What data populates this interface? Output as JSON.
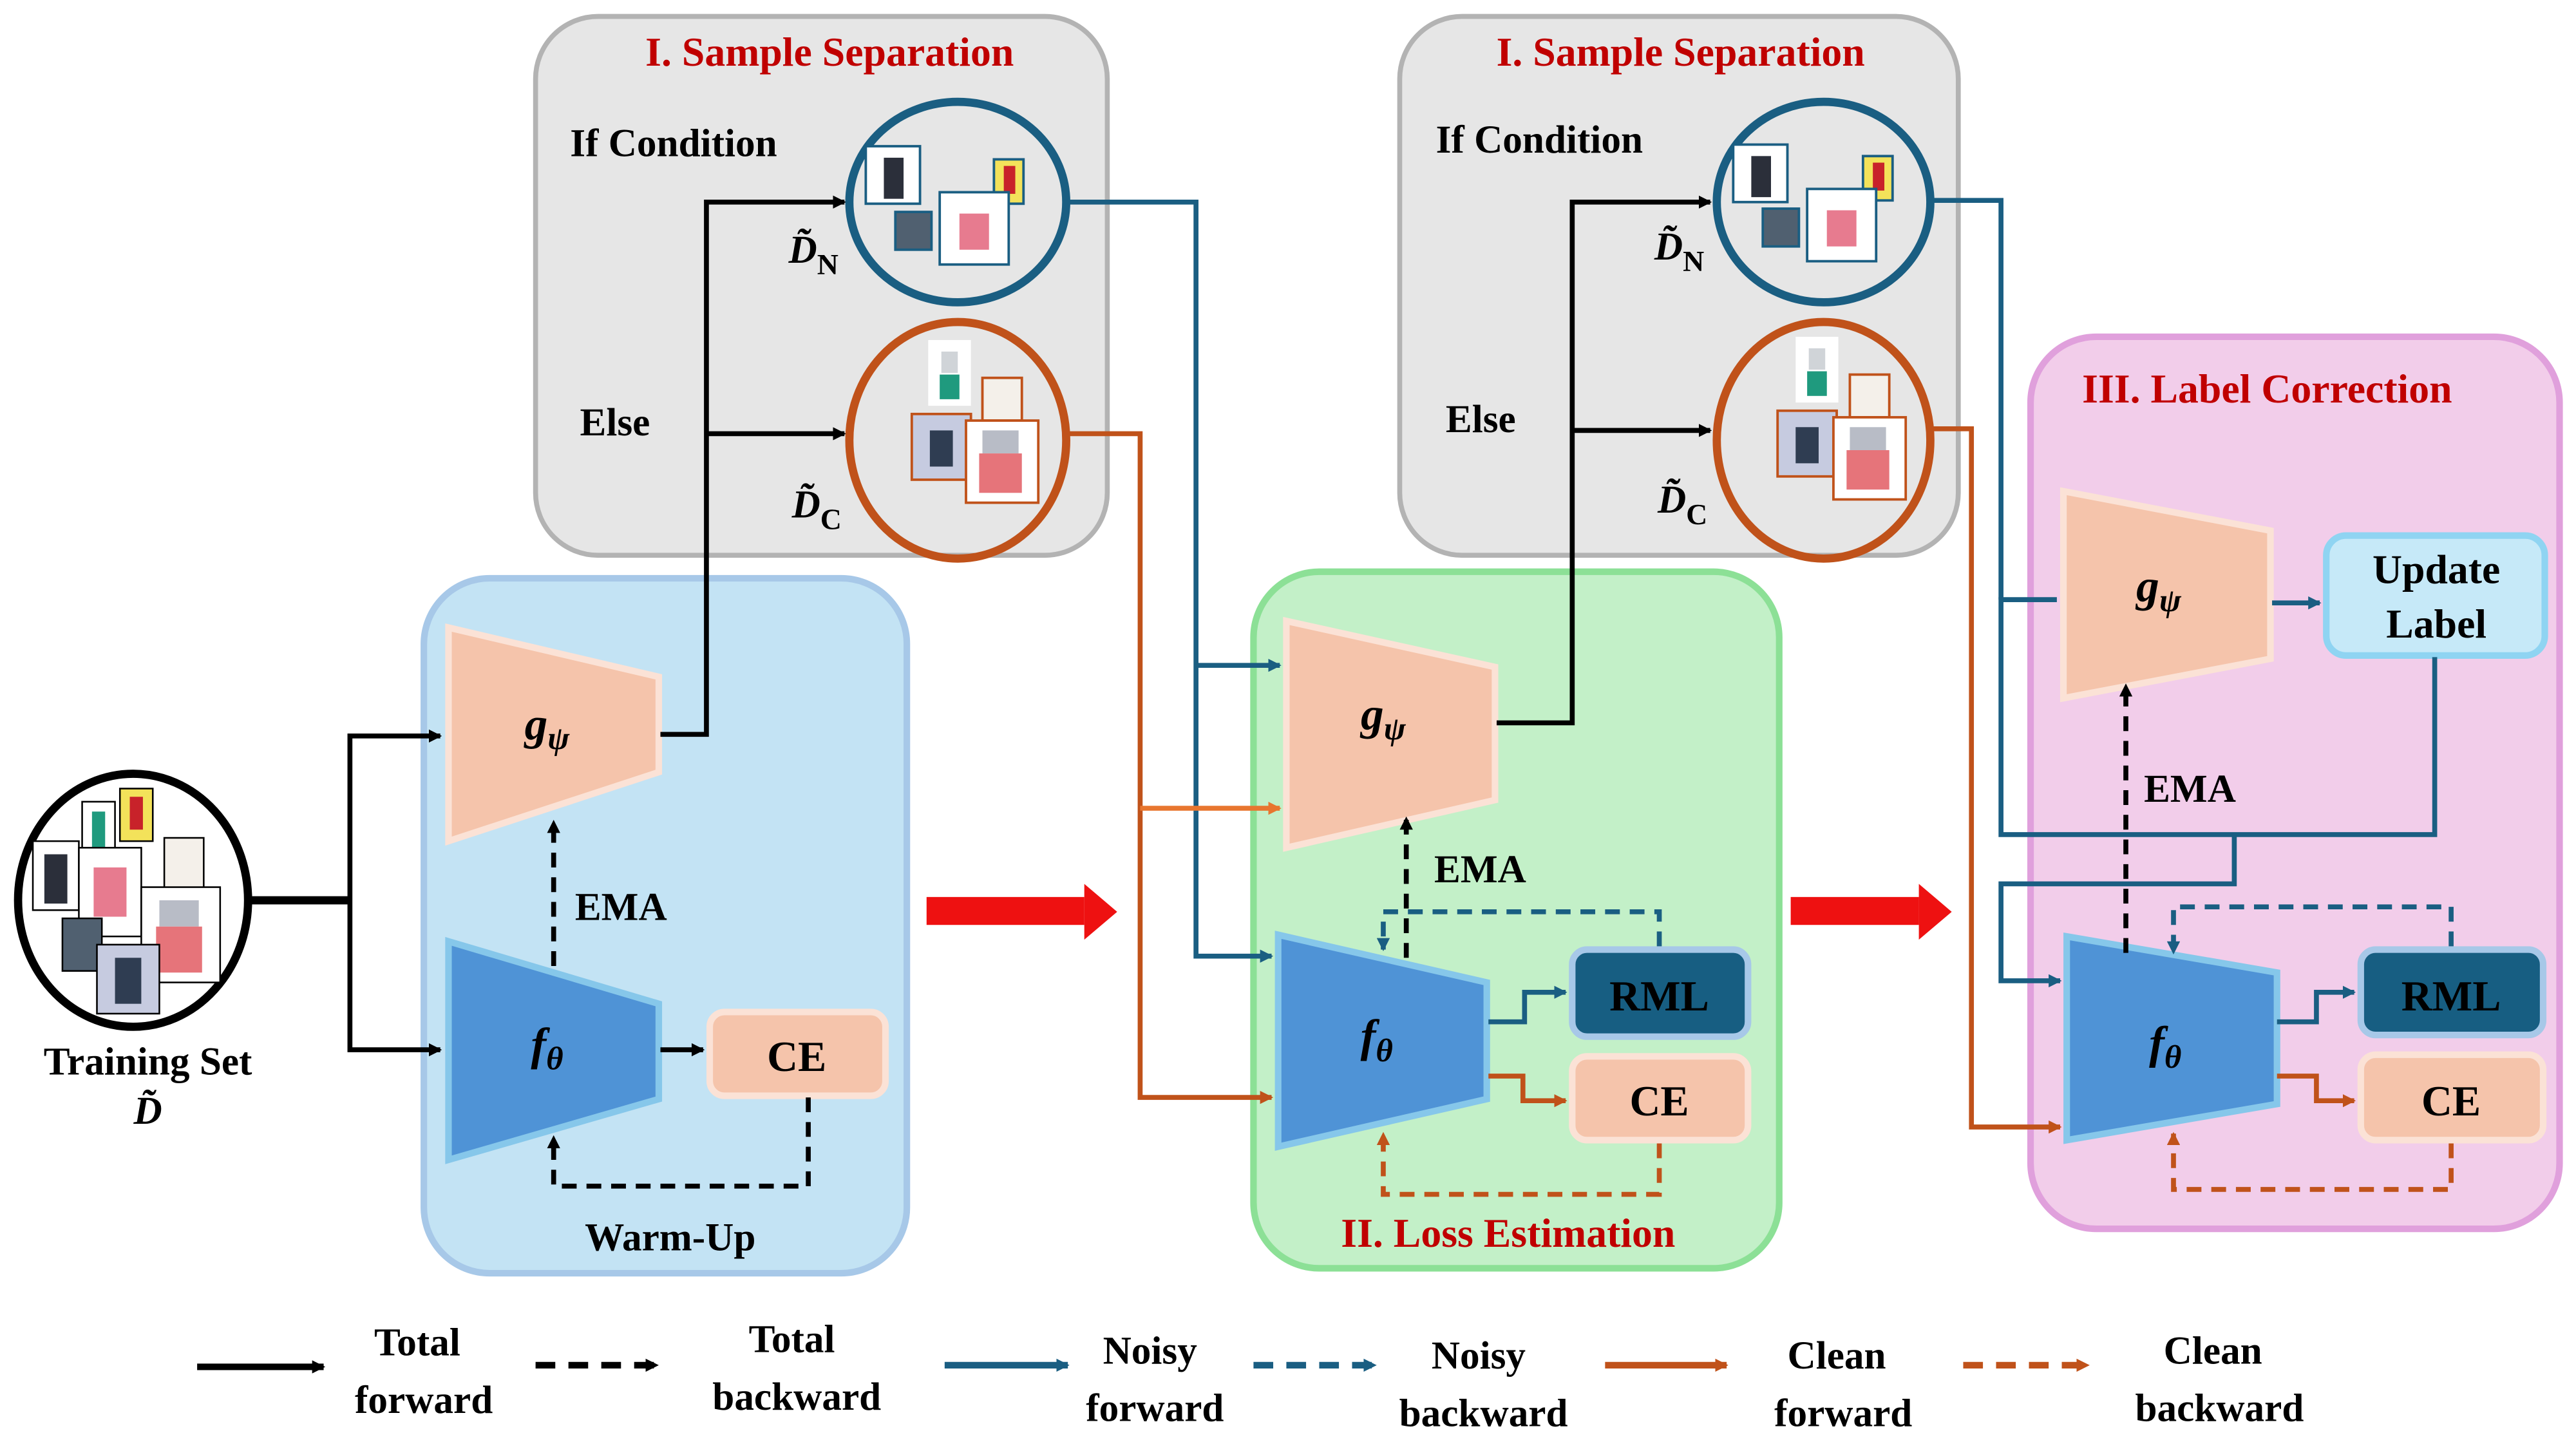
{
  "diagram": {
    "training_set": {
      "label": "Training Set",
      "symbol": "D̃"
    },
    "warmup": {
      "title": "Warm-Up",
      "g_label": "g",
      "g_sub": "ψ",
      "f_label": "f",
      "f_sub": "θ",
      "ema": "EMA",
      "loss": "CE"
    },
    "separation_1": {
      "title": "I. Sample Separation",
      "if_label": "If  Condition",
      "else_label": "Else",
      "noisy_set": "D̃",
      "noisy_sub": "N",
      "clean_set": "D̃",
      "clean_sub": "C"
    },
    "loss_estimation": {
      "title": "II. Loss Estimation",
      "g_label": "g",
      "g_sub": "ψ",
      "f_label": "f",
      "f_sub": "θ",
      "ema": "EMA",
      "loss_noisy": "RML",
      "loss_clean": "CE"
    },
    "separation_2": {
      "title": "I. Sample Separation",
      "if_label": "If  Condition",
      "else_label": "Else",
      "noisy_set": "D̃",
      "noisy_sub": "N",
      "clean_set": "D̃",
      "clean_sub": "C"
    },
    "label_correction": {
      "title": "III. Label Correction",
      "g_label": "g",
      "g_sub": "ψ",
      "f_label": "f",
      "f_sub": "θ",
      "ema": "EMA",
      "update_line1": "Update",
      "update_line2": "Label",
      "loss_noisy": "RML",
      "loss_clean": "CE"
    }
  },
  "legend": [
    {
      "line1": "Total",
      "line2": "forward",
      "style": "solid",
      "color": "#000000"
    },
    {
      "line1": "Total",
      "line2": "backward",
      "style": "dashed",
      "color": "#000000"
    },
    {
      "line1": "Noisy",
      "line2": "forward",
      "style": "solid",
      "color": "#1a5e82"
    },
    {
      "line1": "Noisy",
      "line2": "backward",
      "style": "dashed",
      "color": "#1a5e82"
    },
    {
      "line1": "Clean",
      "line2": "forward",
      "style": "solid",
      "color": "#c0521a"
    },
    {
      "line1": "Clean",
      "line2": "backward",
      "style": "dashed",
      "color": "#c0521a"
    }
  ],
  "colors": {
    "noisy": "#1a5e82",
    "clean": "#c0521a",
    "title_red": "#c00000",
    "warmup_bg": "#c3e3f4",
    "loss_bg": "#c3f0c8",
    "correction_bg": "#f2cdea",
    "separation_bg": "#e6e6e6",
    "g_fill": "#f5c4ab",
    "f_fill": "#4f93d6",
    "rml_fill": "#175e82",
    "stage_arrow": "#ee1111"
  }
}
